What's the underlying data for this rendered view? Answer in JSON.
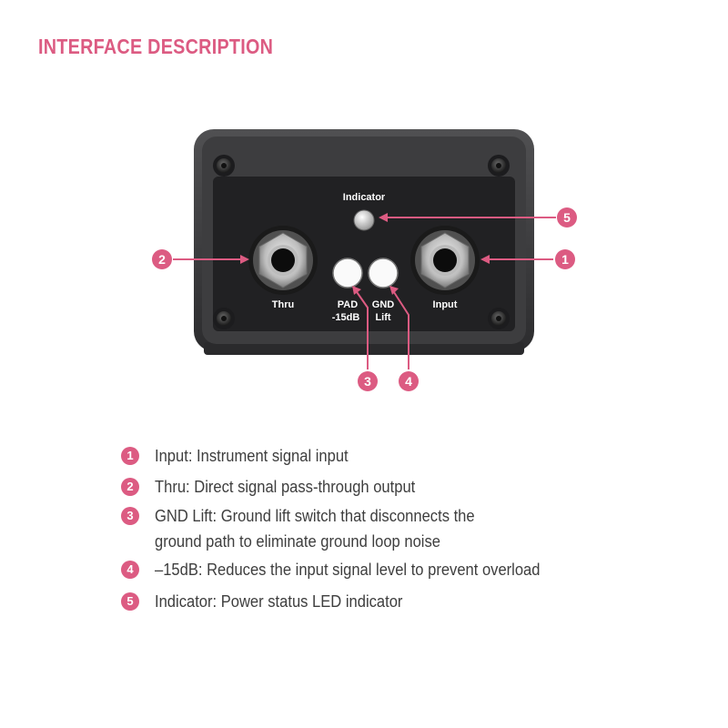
{
  "title": "INTERFACE DESCRIPTION",
  "colors": {
    "accent": "#dc5b82",
    "panel": "#232325",
    "housing": "#3a3a3c",
    "text": "#3e3e3e"
  },
  "device": {
    "indicator_label": "Indicator",
    "thru_label": "Thru",
    "input_label": "Input",
    "pad_label_1": "PAD",
    "pad_label_2": "-15dB",
    "gnd_label_1": "GND",
    "gnd_label_2": "Lift"
  },
  "callouts": [
    "1",
    "2",
    "3",
    "4",
    "5"
  ],
  "descriptions": [
    {
      "num": "1",
      "line1": "Input: Instrument signal input",
      "line2": ""
    },
    {
      "num": "2",
      "line1": "Thru: Direct signal pass-through output",
      "line2": ""
    },
    {
      "num": "3",
      "line1": "GND Lift: Ground lift switch that disconnects the",
      "line2": "ground path to eliminate ground loop noise"
    },
    {
      "num": "4",
      "line1": "–15dB: Reduces the input signal level to prevent overload",
      "line2": ""
    },
    {
      "num": "5",
      "line1": "Indicator: Power status LED indicator",
      "line2": ""
    }
  ]
}
